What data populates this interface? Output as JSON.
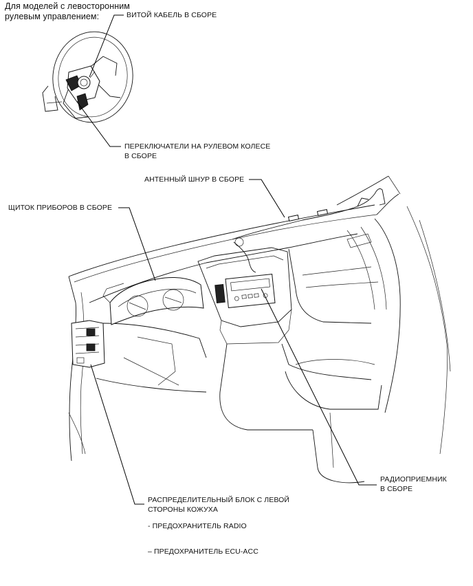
{
  "note": {
    "line1": "Для моделей с левосторонним",
    "line2": "рулевым управлением:"
  },
  "labels": {
    "spiral_cable": "ВИТОЙ КАБЕЛЬ В СБОРЕ",
    "steering_switch_1": "ПЕРЕКЛЮЧАТЕЛИ НА РУЛЕВОМ КОЛЕСЕ",
    "steering_switch_2": "В СБОРЕ",
    "antenna_cord": "АНТЕННЫЙ ШНУР В СБОРЕ",
    "combination_meter": "ЩИТОК ПРИБОРОВ В СБОРЕ",
    "radio_receiver_1": "РАДИОПРИЕМНИК",
    "radio_receiver_2": "В СБОРЕ",
    "junction_block_1": "РАСПРЕДЕЛИТЕЛЬНЫЙ БЛОК С ЛЕВОЙ",
    "junction_block_2": "СТОРОНЫ КОЖУХА",
    "fuse_radio": "- ПРЕДОХРАНИТЕЛЬ RADIO",
    "fuse_ecu_acc": "– ПРЕДОХРАНИТЕЛЬ ECU-ACC"
  }
}
